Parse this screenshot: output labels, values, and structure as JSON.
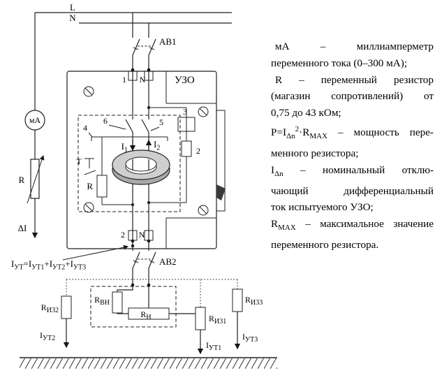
{
  "schematic": {
    "phase_label": "L",
    "neutral_label": "N",
    "breaker1": "АВ1",
    "breaker2": "АВ2",
    "device": "УЗО",
    "term_top_1": "1",
    "term_top_n": "N",
    "term_bot_2": "2",
    "term_bot_n": "N",
    "callout_4": "4",
    "callout_6": "6",
    "callout_5": "5",
    "callout_3": "3",
    "callout_2": "2",
    "test_button": "Т",
    "meter": "мА",
    "resistor_left": "R",
    "resistor_inner": "R",
    "delta_current": "ΔI",
    "current1": {
      "base": "I",
      "sub": "1"
    },
    "current2": {
      "base": "I",
      "sub": "2"
    },
    "leak_formula": [
      "I",
      "УТ",
      "=I",
      "УТ1",
      "+I",
      "УТ2",
      "+I",
      "УТ3"
    ],
    "r_vn": {
      "base": "R",
      "sub": "ВН"
    },
    "r_n": {
      "base": "R",
      "sub": "Н"
    },
    "r_iz32": {
      "base": "R",
      "sub": "И32"
    },
    "r_iz31": {
      "base": "R",
      "sub": "И31"
    },
    "r_iz33": {
      "base": "R",
      "sub": "И33"
    },
    "i_ut1": {
      "base": "I",
      "sub": "УТ1"
    },
    "i_ut2": {
      "base": "I",
      "sub": "УТ2"
    },
    "i_ut3": {
      "base": "I",
      "sub": "УТ3"
    }
  },
  "legend": {
    "lines": [
      {
        "j": true,
        "ind": true,
        "seg": [
          {
            "t": "мА – миллиамперметр"
          }
        ]
      },
      {
        "j": false,
        "ind": false,
        "seg": [
          {
            "t": "переменного тока (0–300 мА);"
          }
        ]
      },
      {
        "j": true,
        "ind": true,
        "seg": [
          {
            "t": "R – переменный резистор"
          }
        ]
      },
      {
        "j": true,
        "ind": false,
        "seg": [
          {
            "t": "(магазин сопротивлений) от"
          }
        ]
      },
      {
        "j": false,
        "ind": false,
        "seg": [
          {
            "t": "0,75 до 43 кОм;"
          }
        ]
      },
      {
        "j": true,
        "ind": false,
        "seg": [
          {
            "t": "P=I"
          },
          {
            "t": "Δn",
            "m": "sub"
          },
          {
            "t": "2",
            "m": "sup"
          },
          {
            "t": "·R"
          },
          {
            "t": "MAX",
            "m": "sub"
          },
          {
            "t": " – мощность пере-"
          }
        ]
      },
      {
        "j": false,
        "ind": false,
        "seg": [
          {
            "t": "менного резистора;"
          }
        ]
      },
      {
        "j": true,
        "ind": false,
        "seg": [
          {
            "t": "I"
          },
          {
            "t": "Δn",
            "m": "sub"
          },
          {
            "t": " – номинальный отклю-"
          }
        ]
      },
      {
        "j": true,
        "ind": false,
        "seg": [
          {
            "t": "чающий дифференциальный"
          }
        ]
      },
      {
        "j": false,
        "ind": false,
        "seg": [
          {
            "t": "ток испытуемого УЗО;"
          }
        ]
      },
      {
        "j": true,
        "ind": false,
        "seg": [
          {
            "t": "R"
          },
          {
            "t": "MAX",
            "m": "sub"
          },
          {
            "t": " – максимальное значение"
          }
        ]
      },
      {
        "j": false,
        "ind": false,
        "seg": [
          {
            "t": "переменного резистора."
          }
        ]
      }
    ]
  }
}
